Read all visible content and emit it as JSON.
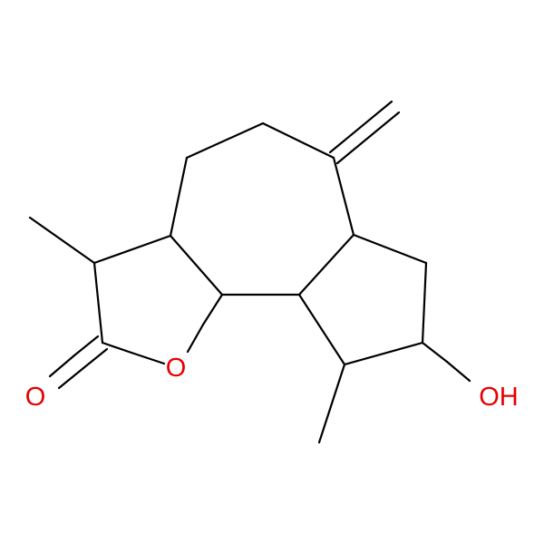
{
  "colors": {
    "background": "#ffffff",
    "carbon_bond": "#000000",
    "oxygen": "#e60000"
  },
  "atoms": {
    "carbonyl_oxygen": {
      "label": "O",
      "element": "O"
    },
    "ring_oxygen": {
      "label": "O",
      "element": "O"
    },
    "hydroxyl": {
      "label": "OH",
      "element": "O"
    }
  }
}
